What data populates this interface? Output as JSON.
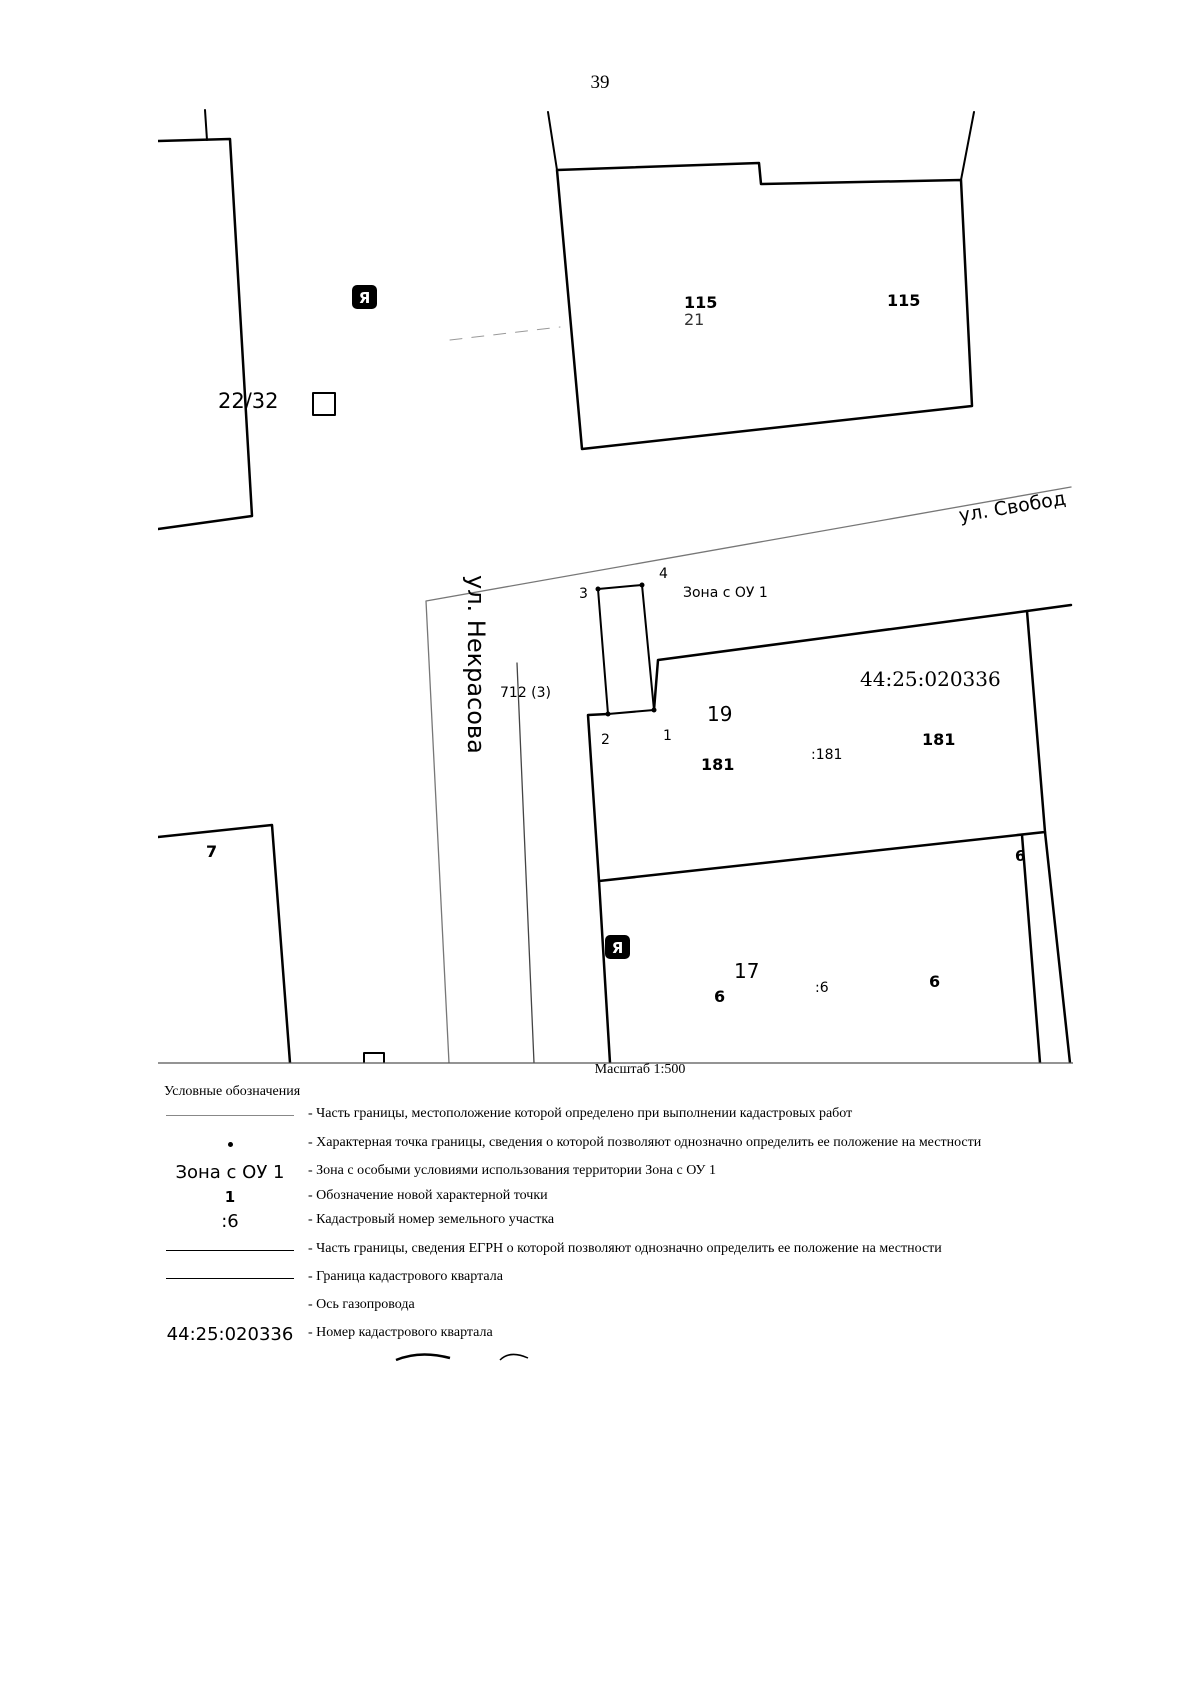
{
  "page_number": "39",
  "map": {
    "streets": {
      "svobody": "ул. Свобод",
      "nekrasova": "ул. Некрасова"
    },
    "labels": {
      "parcel_21_a": "115",
      "parcel_21_num": "21",
      "parcel_21_b": "115",
      "building_2232": "22/32",
      "pipe_label": "712 (3)",
      "zone": "Зона с ОУ 1",
      "quarter": "44:25:020336",
      "parcel_19_num": "19",
      "parcel_19_a": "181",
      "parcel_19_b": ":181",
      "parcel_19_c": "181",
      "parcel_7": "7",
      "parcel_17_num": "17",
      "parcel_17_a": "6",
      "parcel_17_b": ":6",
      "parcel_17_c": "6",
      "parcel_6_corner": "6"
    },
    "points": [
      "1",
      "2",
      "3",
      "4"
    ],
    "icon_glyph": "Я"
  },
  "scale": "Масштаб 1:500",
  "legend": {
    "title": "Условные обозначения",
    "items": [
      {
        "symbol": "",
        "desc": "- Часть границы, местоположение которой определено при выполнении кадастровых работ"
      },
      {
        "symbol": "",
        "desc": "- Характерная точка границы, сведения о которой позволяют однозначно определить ее положение на местности"
      },
      {
        "symbol": "Зона с ОУ 1",
        "desc": "- Зона с особыми условиями использования территории Зона с ОУ 1"
      },
      {
        "symbol": "1",
        "desc": "- Обозначение новой характерной точки"
      },
      {
        "symbol": ":6",
        "desc": "- Кадастровый номер земельного участка"
      },
      {
        "symbol": "",
        "desc": "- Часть границы, сведения ЕГРН о которой позволяют однозначно определить ее положение на местности"
      },
      {
        "symbol": "",
        "desc": "- Граница кадастрового квартала"
      },
      {
        "symbol": "",
        "desc": "- Ось газопровода"
      },
      {
        "symbol": "44:25:020336",
        "desc": "- Номер кадастрового квартала"
      }
    ]
  }
}
